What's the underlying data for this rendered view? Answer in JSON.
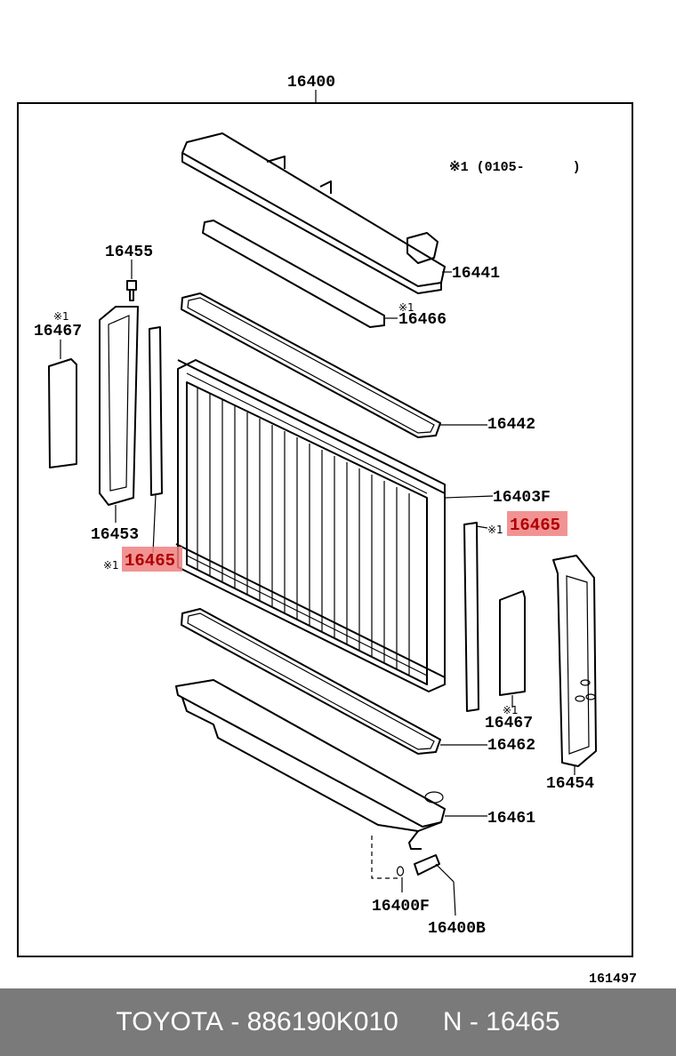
{
  "diagram": {
    "assembly_number": "16400",
    "note": "※1 (0105-      )",
    "figure_code": "161497",
    "mark": "※1",
    "labels": {
      "p16455": "16455",
      "p16441": "16441",
      "p16466": "16466",
      "p16467_left": "16467",
      "p16442": "16442",
      "p16403f": "16403F",
      "p16453": "16453",
      "p16465_left": "16465",
      "p16465_right": "16465",
      "p16467_right": "16467",
      "p16462": "16462",
      "p16454": "16454",
      "p16461": "16461",
      "p16400f": "16400F",
      "p16400b": "16400B"
    },
    "highlight_color": "#f08080"
  },
  "footer": {
    "brand": "TOYOTA",
    "part_number": "886190K010",
    "ref_number": "N - 16465",
    "separator": " - "
  }
}
